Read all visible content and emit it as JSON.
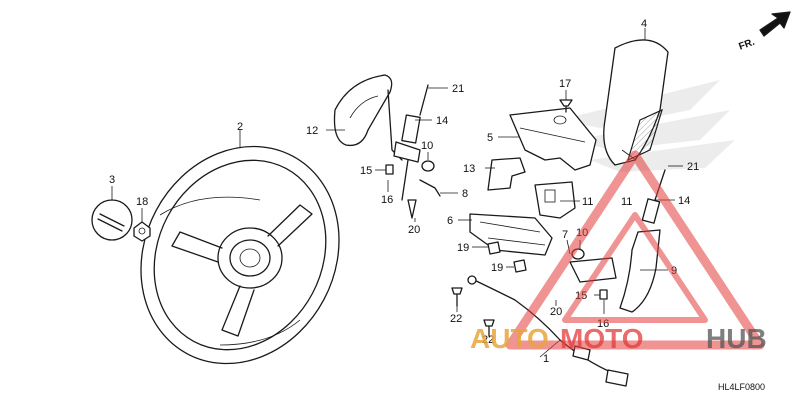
{
  "diagram_code": "HL4LF0800",
  "direction_label": "FR.",
  "callouts": [
    "1",
    "2",
    "3",
    "4",
    "5",
    "6",
    "7",
    "8",
    "9",
    "10",
    "10",
    "11",
    "11",
    "12",
    "13",
    "14",
    "14",
    "15",
    "15",
    "16",
    "16",
    "17",
    "18",
    "19",
    "19",
    "20",
    "20",
    "21",
    "21",
    "22",
    "22"
  ],
  "watermark": {
    "part1": "AUTO",
    "part2": "MOTO",
    "part3": "HUB",
    "colors": {
      "red": "#e23a3a",
      "orange": "#e8a53a",
      "gray": "#555555"
    }
  }
}
